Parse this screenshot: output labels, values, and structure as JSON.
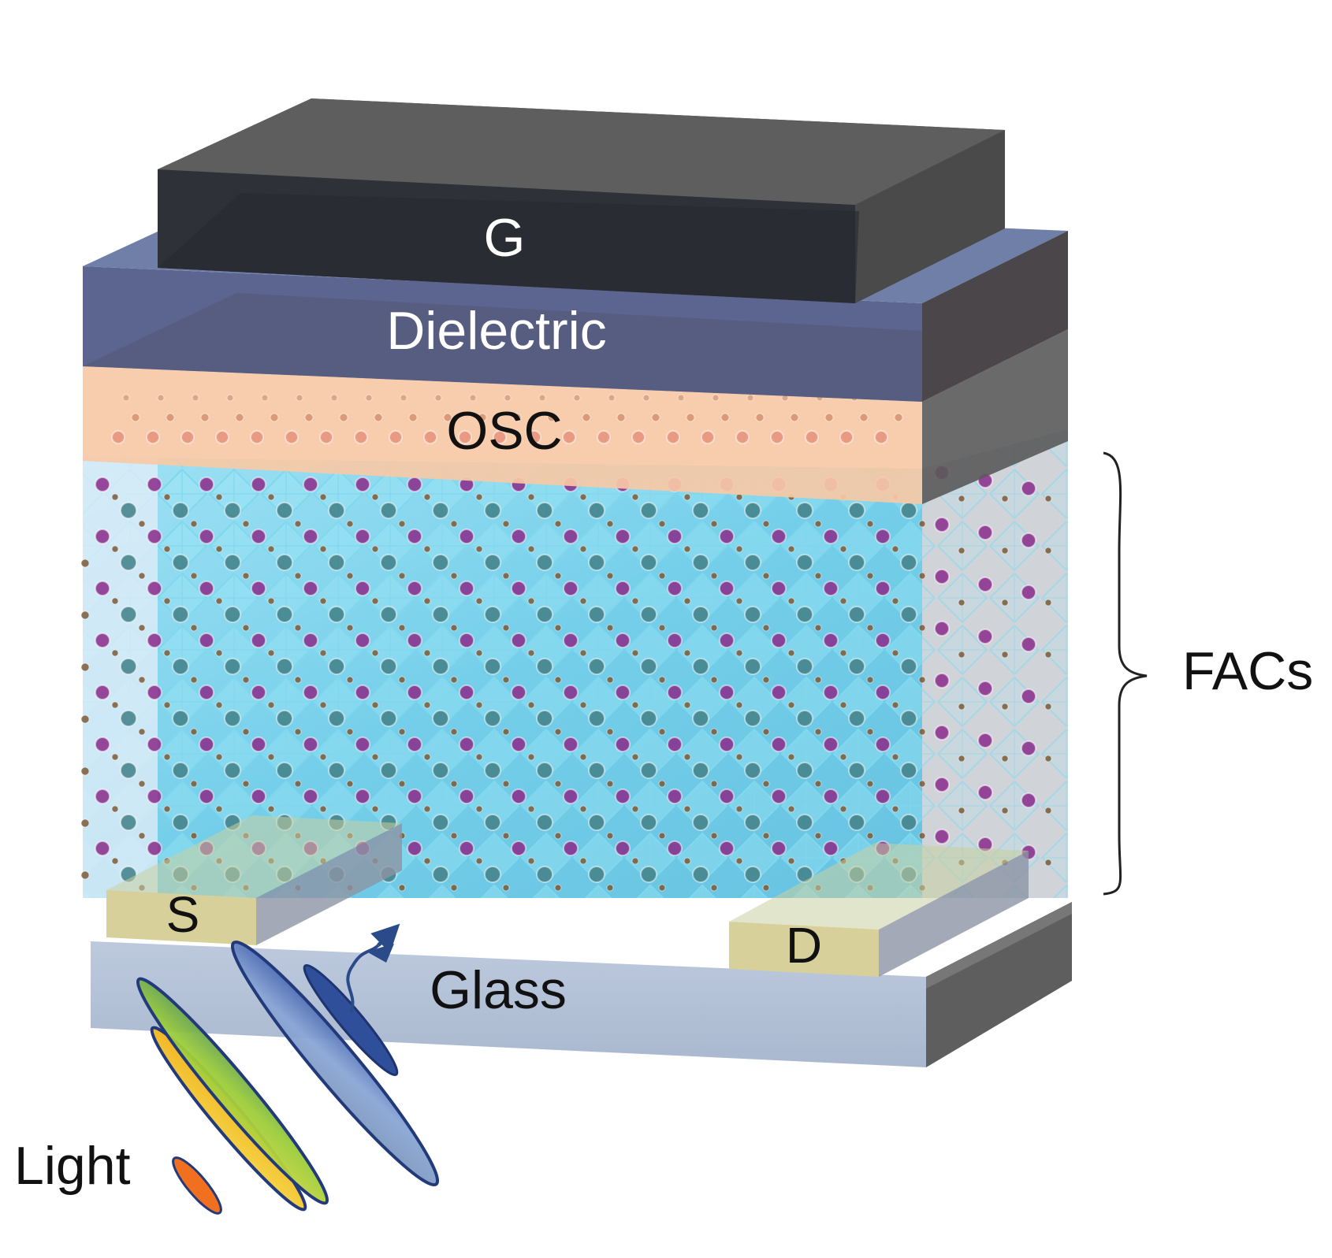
{
  "labels": {
    "gate": "G",
    "dielectric": "Dielectric",
    "osc": "OSC",
    "facs": "FACs",
    "source": "S",
    "drain": "D",
    "glass": "Glass",
    "light": "Light"
  },
  "colors": {
    "gate_front": "#2e3138",
    "gate_top": "#5a5a5a",
    "dielectric_front": "#5c6590",
    "osc": "#f7c9a6",
    "facs": "#5fc8e8",
    "atom_purple": "#8a2a8a",
    "atom_teal": "#3f7f86",
    "atom_brown": "#7a5a3a",
    "electrode": "#d8d09a",
    "glass": "#b4c3da",
    "side_dark": "#555555"
  }
}
